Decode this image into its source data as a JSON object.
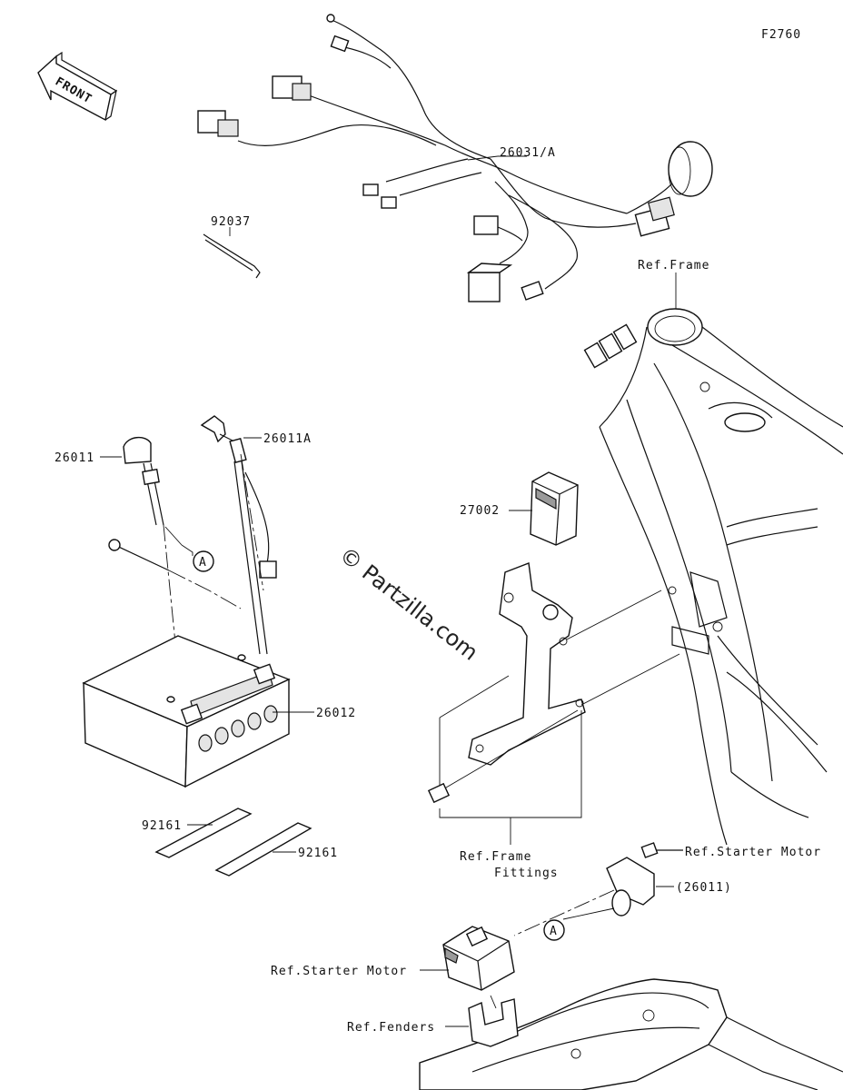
{
  "diagram_code": "F2760",
  "front_label": "FRONT",
  "watermark": "© Partzilla.com",
  "callouts": {
    "p26031A": "26031/A",
    "p92037": "92037",
    "ref_frame_top": "Ref.Frame",
    "p26011": "26011",
    "p26011A": "26011A",
    "p27002": "27002",
    "ref_A_left": "A",
    "p26012": "26012",
    "p92161_a": "92161",
    "p92161_b": "92161",
    "ref_frame_fittings_1": "Ref.Frame",
    "ref_frame_fittings_2": "Fittings",
    "ref_starter_motor_top": "Ref.Starter Motor",
    "p26011_paren": "(26011)",
    "ref_A_right": "A",
    "ref_starter_motor_left": "Ref.Starter Motor",
    "ref_fenders": "Ref.Fenders"
  }
}
